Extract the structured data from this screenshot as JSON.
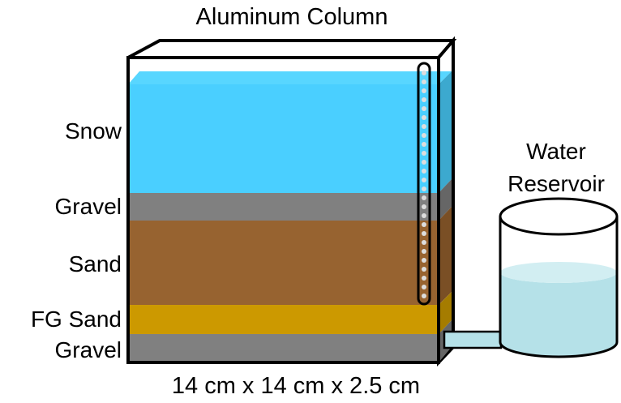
{
  "title": "Aluminum Column",
  "dimensions": "14 cm x 14 cm x 2.5 cm",
  "reservoir": {
    "line1": "Water",
    "line2": "Reservoir"
  },
  "layers": [
    {
      "label": "Snow",
      "color": "#4ACFFF",
      "side": "#3CA9CF"
    },
    {
      "label": "Gravel",
      "color": "#808080",
      "side": "#666666"
    },
    {
      "label": "Sand",
      "color": "#976330",
      "side": "#7A4F25"
    },
    {
      "label": "FG Sand",
      "color": "#CC9900",
      "side": "#A57C00"
    },
    {
      "label": "Gravel",
      "color": "#808080",
      "side": "#666666"
    }
  ],
  "colors": {
    "outline": "#000000",
    "water": "#B5E1E8",
    "water_top": "#D2EEF2",
    "tube_bead": "#DDDDDD"
  }
}
